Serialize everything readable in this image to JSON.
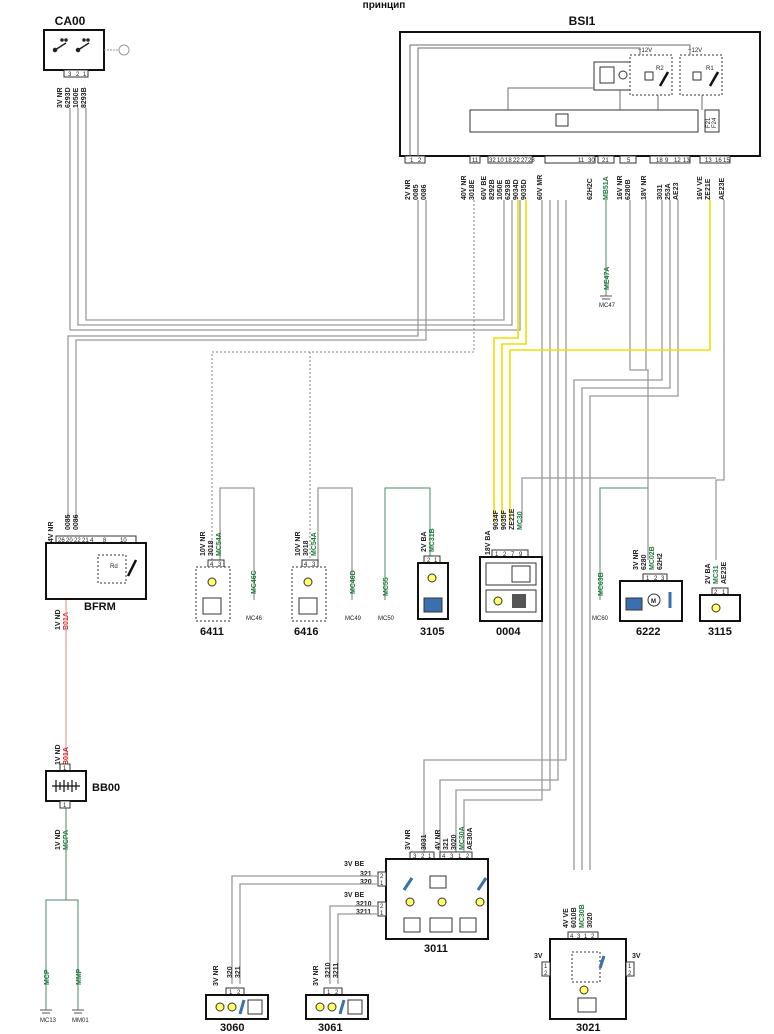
{
  "title": "принцип",
  "components": {
    "ca00": "CA00",
    "bsi1": "BSI1",
    "bfrm": "BFRM",
    "bb00": "BB00",
    "c6411": "6411",
    "c6416": "6416",
    "c3105": "3105",
    "c0004": "0004",
    "c6222": "6222",
    "c3115": "3115",
    "c3011": "3011",
    "c3060": "3060",
    "c3061": "3061",
    "c3021": "3021"
  },
  "labels": {
    "ca00_conn": "3V NR",
    "ca00_w1": "6293D",
    "ca00_w2": "1050E",
    "ca00_w3": "8293B",
    "bsi_c1": "2V NR",
    "bsi_c1a": "0085",
    "bsi_c1b": "0086",
    "bsi_c2": "40V NR",
    "bsi_c2a": "3018E",
    "bsi_c3": "60V BE",
    "bsi_c3a": "8292B",
    "bsi_c3b": "1050E",
    "bsi_c3c": "6293B",
    "bsi_c3d": "9034D",
    "bsi_c3e": "9035D",
    "bsi_c4": "60V MR",
    "bsi_c5a": "62H2C",
    "bsi_c5b": "MB51A",
    "bsi_c6": "16V NR",
    "bsi_c6a": "6280B",
    "bsi_c7": "18V NR",
    "bsi_c7a": "3031",
    "bsi_c7b": "253A",
    "bsi_c7c": "AE23",
    "bsi_c8": "16V VE",
    "bsi_c8a": "ZE21E",
    "bsi_c8b": "AE23E",
    "me47a": "ME47A",
    "mc47": "MC47",
    "bfrm_conn": "54V NR",
    "bfrm_w1": "0085",
    "bfrm_w2": "0086",
    "bfrm_out": "1V ND",
    "bfrm_out_w": "B01A",
    "bb00_in": "1V ND",
    "bb00_in_w": "B01A",
    "bb00_out": "1V ND",
    "bb00_out_w": "MCPA",
    "mcp": "MCP",
    "mc13": "MC13",
    "mmp": "MMP",
    "mm01": "MM01",
    "c6411_conn": "10V NR",
    "c6411_w1": "3018",
    "c6411_w2": "MC54A",
    "mc46c": "MC46C",
    "mc46": "MC46",
    "c6416_conn": "10V NR",
    "c6416_w1": "3018",
    "c6416_w2": "MC54A",
    "mc46d": "MC46D",
    "mc49": "MC49",
    "mc55": "MC55",
    "mc50": "MC50",
    "c3105_conn": "2V BA",
    "c3105_w": "MC31B",
    "c0004_conn": "18V BA",
    "c0004_w1": "9034F",
    "c0004_w2": "9035F",
    "c0004_w3": "ZE21E",
    "c0004_w4": "MC30",
    "mc63b": "MC63B",
    "mc60": "MC60",
    "c6222_conn": "3V NR",
    "c6222_w1": "6280",
    "c6222_w2": "MC02B",
    "c6222_w3": "62H2",
    "c3115_conn": "2V BA",
    "c3115_w1": "MC31",
    "c3115_w2": "AE23E",
    "c3011_conn1": "3V NR",
    "c3011_w1": "3031",
    "c3011_conn2": "4V NR",
    "c3011_w2": "321",
    "c3011_w3": "3020",
    "c3011_w4": "MC30A",
    "c3011_w5": "AE30A",
    "c3011_left1": "3V BE",
    "c3011_l1a": "321",
    "c3011_l1b": "320",
    "c3011_left2": "3V BE",
    "c3011_l2a": "3210",
    "c3011_l2b": "3211",
    "c3060_conn": "3V NR",
    "c3060_w1": "320",
    "c3060_w2": "321",
    "c3061_conn": "3V NR",
    "c3061_w1": "3210",
    "c3061_w2": "3211",
    "c3021_conn": "4V VE",
    "c3021_w1": "6010B",
    "c3021_w2": "MC30B",
    "c3021_w3": "3020",
    "c3021_left": "3V",
    "c3021_right": "3V",
    "plus12_1": "+12V",
    "plus12_2": "+12V",
    "r1": "R1",
    "r2": "R2",
    "rd": "Rd"
  },
  "colors": {
    "wire_gray": "#9a9a9a",
    "wire_yellow": "#f0e000",
    "wire_red": "#f0a0a0",
    "wire_green": "#4a8a6a",
    "text_green": "#1f7a3a",
    "text_red": "#d02020"
  }
}
